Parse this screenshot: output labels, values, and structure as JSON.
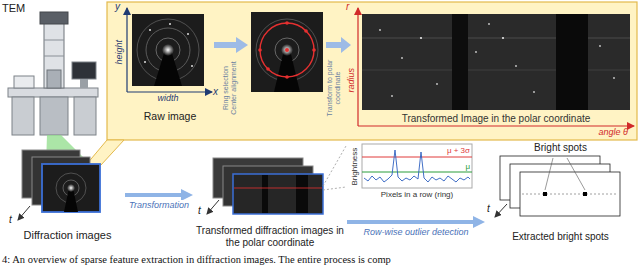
{
  "diagram": {
    "caption": "4: An overview of sparse feature extraction in diffraction images. The entire process is comp",
    "nodes": [
      {
        "text": [
          "TEM"
        ]
      },
      {
        "text": [
          "Raw image"
        ]
      },
      {
        "text": [
          "Transformed Image in the polar coordinate"
        ]
      },
      {
        "text": [
          "Diffraction images"
        ]
      },
      {
        "text": [
          "Transformed diffraction images in the polar coordinate"
        ]
      },
      {
        "text": [
          "Bright spots",
          "Extracted bright spots"
        ]
      }
    ],
    "edges": [
      {
        "from": 3,
        "to": 4,
        "label": "Transformation",
        "arrow": "to"
      },
      {
        "from": 4,
        "to": 5,
        "label": "Row-wise outlier detection",
        "arrow": "to"
      }
    ],
    "labels": [
      "y",
      "height",
      "x",
      "width",
      "Ring selection Center alignment",
      "Transform to polar coordinate",
      "r",
      "radius",
      "angle θ",
      "t",
      "t",
      "t",
      "Brightness",
      "Pixels in a row (ring)",
      "μ + 3σ",
      "μ"
    ]
  }
}
